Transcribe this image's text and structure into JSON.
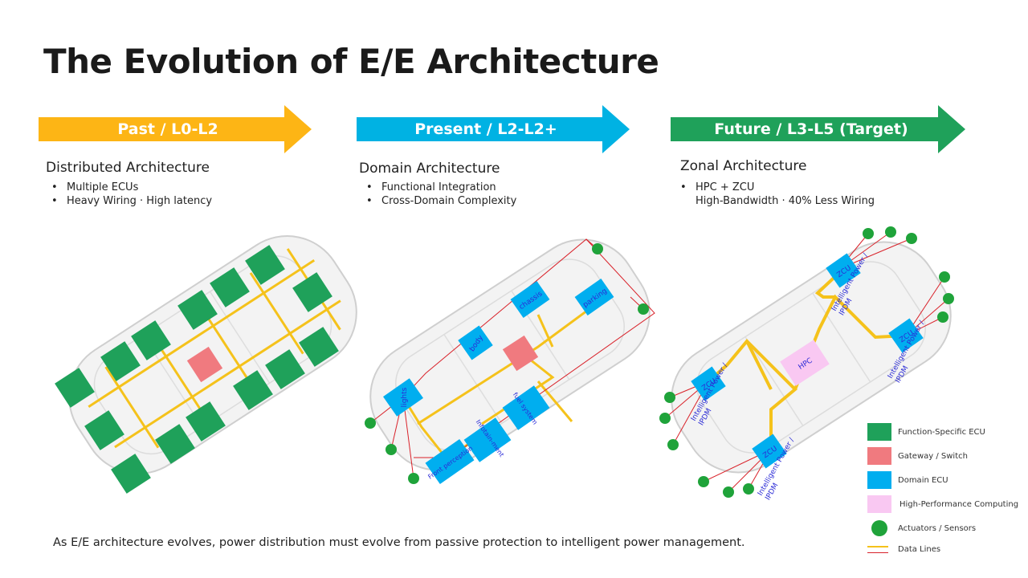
{
  "title": "The Evolution of E/E Architecture",
  "colors": {
    "past": "#FDB515",
    "present": "#00B2E3",
    "future": "#1FA15A",
    "ecu": "#1FA15A",
    "gateway": "#F07A7F",
    "domain": "#00AEEF",
    "hpc": "#F9C8F2",
    "actuator": "#1FA33A",
    "data_line": "#F5C21B",
    "power_line": "#D9222A",
    "zone_text": "#2B2BD6"
  },
  "stages": [
    {
      "label": "Past / L0-L2",
      "heading": "Distributed Architecture",
      "bullets": [
        "Multiple ECUs",
        "Heavy Wiring · High latency"
      ]
    },
    {
      "label": "Present / L2-L2+",
      "heading": "Domain Architecture",
      "bullets": [
        "Functional Integration",
        "Cross-Domain Complexity"
      ]
    },
    {
      "label": "Future / L3-L5 (Target)",
      "heading": "Zonal Architecture",
      "lines": [
        "HPC + ZCU",
        "High-Bandwidth · 40% Less Wiring"
      ]
    }
  ],
  "domain_boxes": {
    "lights": "lights",
    "body": "body",
    "chassis": "chassis",
    "parking": "parking",
    "infotainment": "Infotain-ment",
    "fuel": "fuel system",
    "front": "Front perception"
  },
  "zonal": {
    "hpc": "HPC",
    "zcu": "ZCU",
    "ipdm_1": "Intelligent Power /",
    "ipdm_2": "IPDM"
  },
  "legend": [
    {
      "label": "Function-Specific ECU",
      "kind": "ecu"
    },
    {
      "label": "Gateway / Switch",
      "kind": "gateway"
    },
    {
      "label": "Domain ECU",
      "kind": "domain"
    },
    {
      "label": "High-Performance Computing",
      "kind": "hpc"
    },
    {
      "label": "Actuators / Sensors",
      "kind": "actuator"
    },
    {
      "label": "Data Lines",
      "kind": "lines"
    }
  ],
  "footer": "As E/E architecture evolves, power distribution must evolve from passive protection to intelligent power management."
}
